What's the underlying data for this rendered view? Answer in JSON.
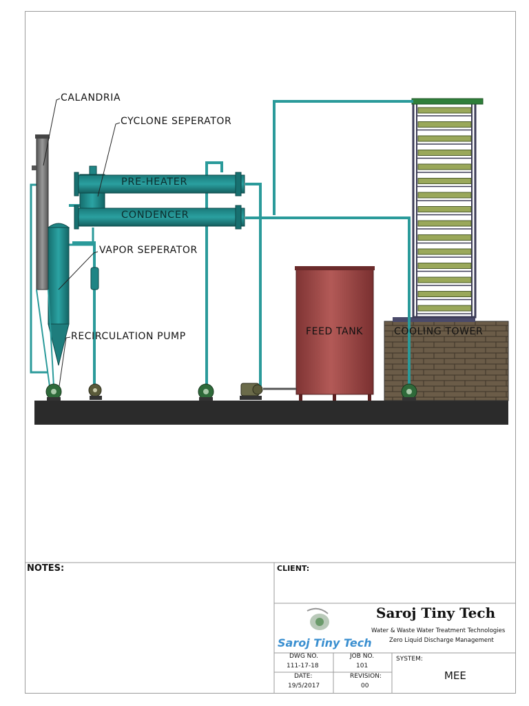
{
  "labels": {
    "calandria": "CALANDRIA",
    "cyclone_separator": "CYCLONE SEPERATOR",
    "pre_heater": "PRE-HEATER",
    "condenser": "CONDENCER",
    "vapor_separator": "VAPOR SEPERATOR",
    "recirculation_pump": "RECIRCULATION PUMP",
    "feed_tank": "FEED TANK",
    "cooling_tower": "COOLING TOWER"
  },
  "title_block": {
    "notes_label": "NOTES:",
    "client_label": "CLIENT:",
    "company_name": "Saroj Tiny Tech",
    "tagline_1": "Water & Waste Water Treatment Technologies",
    "tagline_2": "Zero Liquid Discharge Management",
    "logo_text": "Saroj Tiny Tech",
    "dwg_no_label": "DWG NO.",
    "dwg_no": "111-17-18",
    "job_no_label": "JOB NO.",
    "job_no": "101",
    "date_label": "DATE:",
    "date": "19/5/2017",
    "revision_label": "REVISION:",
    "revision": "00",
    "system_label": "SYSTEM:",
    "system": "MEE"
  },
  "colors": {
    "equipment_teal": "#1f8585",
    "pipe_teal": "#2a9a9a",
    "feed_tank": "#a24a48",
    "ground": "#2b2b2b",
    "brick": "#6a5a47",
    "tower_fill": "#9aa85a",
    "logo_blue": "#3a8fd0"
  }
}
